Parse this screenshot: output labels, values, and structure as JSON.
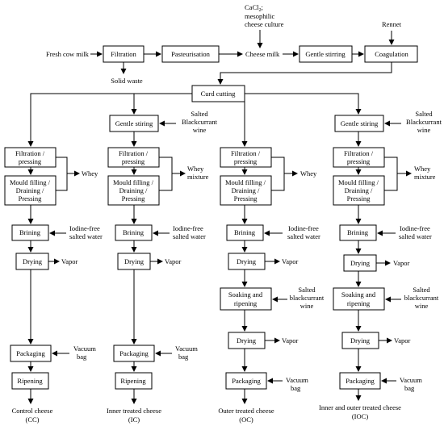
{
  "top": {
    "fresh_milk": "Fresh cow milk",
    "filtration": "Filtration",
    "solid_waste": "Solid waste",
    "pasteurisation": "Pasteurisation",
    "cacl2": "CaCl",
    "cacl2_sub": "2",
    "cacl2_suffix": ";",
    "culture1": "mesophilic",
    "culture2": "cheese culture",
    "cheese_milk": "Cheese milk",
    "gentle_stirring": "Gentle stirring",
    "rennet": "Rennet",
    "coagulation": "Coagulation",
    "curd_cutting": "Curd cutting"
  },
  "shared": {
    "filtration_pressing": [
      "Filtration /",
      "pressing"
    ],
    "mould": [
      "Mould filling /",
      "Draining /",
      "Pressing"
    ],
    "whey": "Whey",
    "whey_mixture": [
      "Whey",
      "mixture"
    ],
    "brining": "Brining",
    "salted_water": [
      "Iodine-free",
      "salted water"
    ],
    "drying": "Drying",
    "vapor": "Vapor",
    "packaging": "Packaging",
    "vacuum_bag": [
      "Vacuum",
      "bag"
    ],
    "ripening": "Ripening",
    "gentle_stiring": "Gentle stiring",
    "wine_salted_bw": [
      "Salted",
      "Blackcurrant",
      "wine"
    ],
    "soaking": [
      "Soaking and",
      "ripening"
    ],
    "wine_salted_lw": [
      "Salted",
      "blackcurrant",
      "wine"
    ]
  },
  "outputs": [
    {
      "name": "Control cheese",
      "code": "(CC)"
    },
    {
      "name": "Inner treated cheese",
      "code": "(IC)"
    },
    {
      "name": "Outer treated cheese",
      "code": "(OC)"
    },
    {
      "name": "Inner and outer treated cheese",
      "code": "(IOC)"
    }
  ]
}
